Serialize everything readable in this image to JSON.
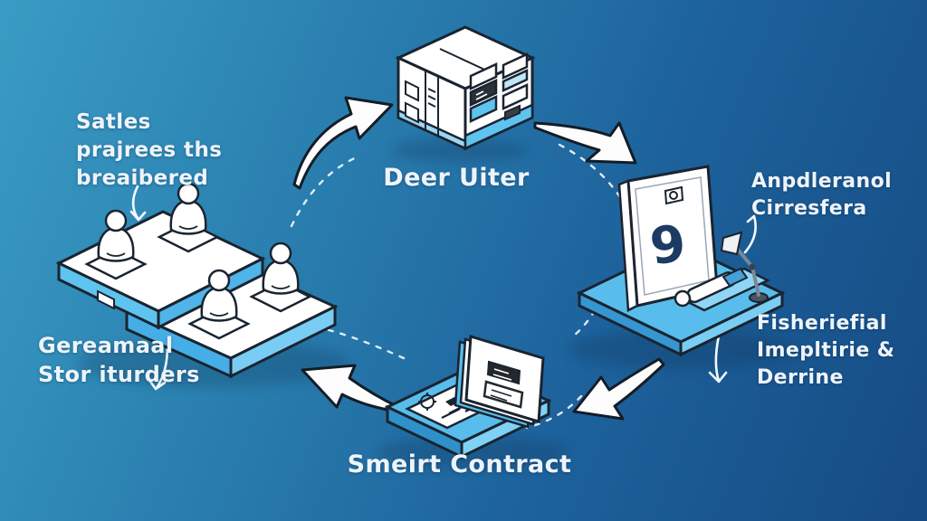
{
  "labels": {
    "stakeholders": {
      "lines": [
        "Satles",
        "prajrees ths",
        "breaibered"
      ]
    },
    "server": {
      "text": "Deer Uiter"
    },
    "device_top": {
      "lines": [
        "Anpdleranol",
        "Cirresfera"
      ]
    },
    "device_bottom": {
      "lines": [
        "Fisheriefial",
        "Imepltirie &",
        "Derrine"
      ]
    },
    "general": {
      "lines": [
        "Gereamaal",
        "Stor iturders"
      ]
    },
    "contract": {
      "text": "Smeirt Contract"
    }
  },
  "device": {
    "glyph": "9"
  },
  "icons": {
    "left": "stakeholders-platform-icon",
    "top": "server-building-icon",
    "right": "tablet-scan-platform-icon",
    "bottom": "laptop-contract-icon"
  },
  "colors": {
    "bg_start": "#3a9cc4",
    "bg_end": "#164b83",
    "icon_light_blue": "#5fc3f0",
    "icon_mid_blue": "#3596d2",
    "icon_pale_blue": "#8fd6f6",
    "outline": "#1a2430",
    "arrow_white": "#fdfdfd",
    "text": "#eef4fb",
    "glyph_navy": "#1b3b63"
  }
}
